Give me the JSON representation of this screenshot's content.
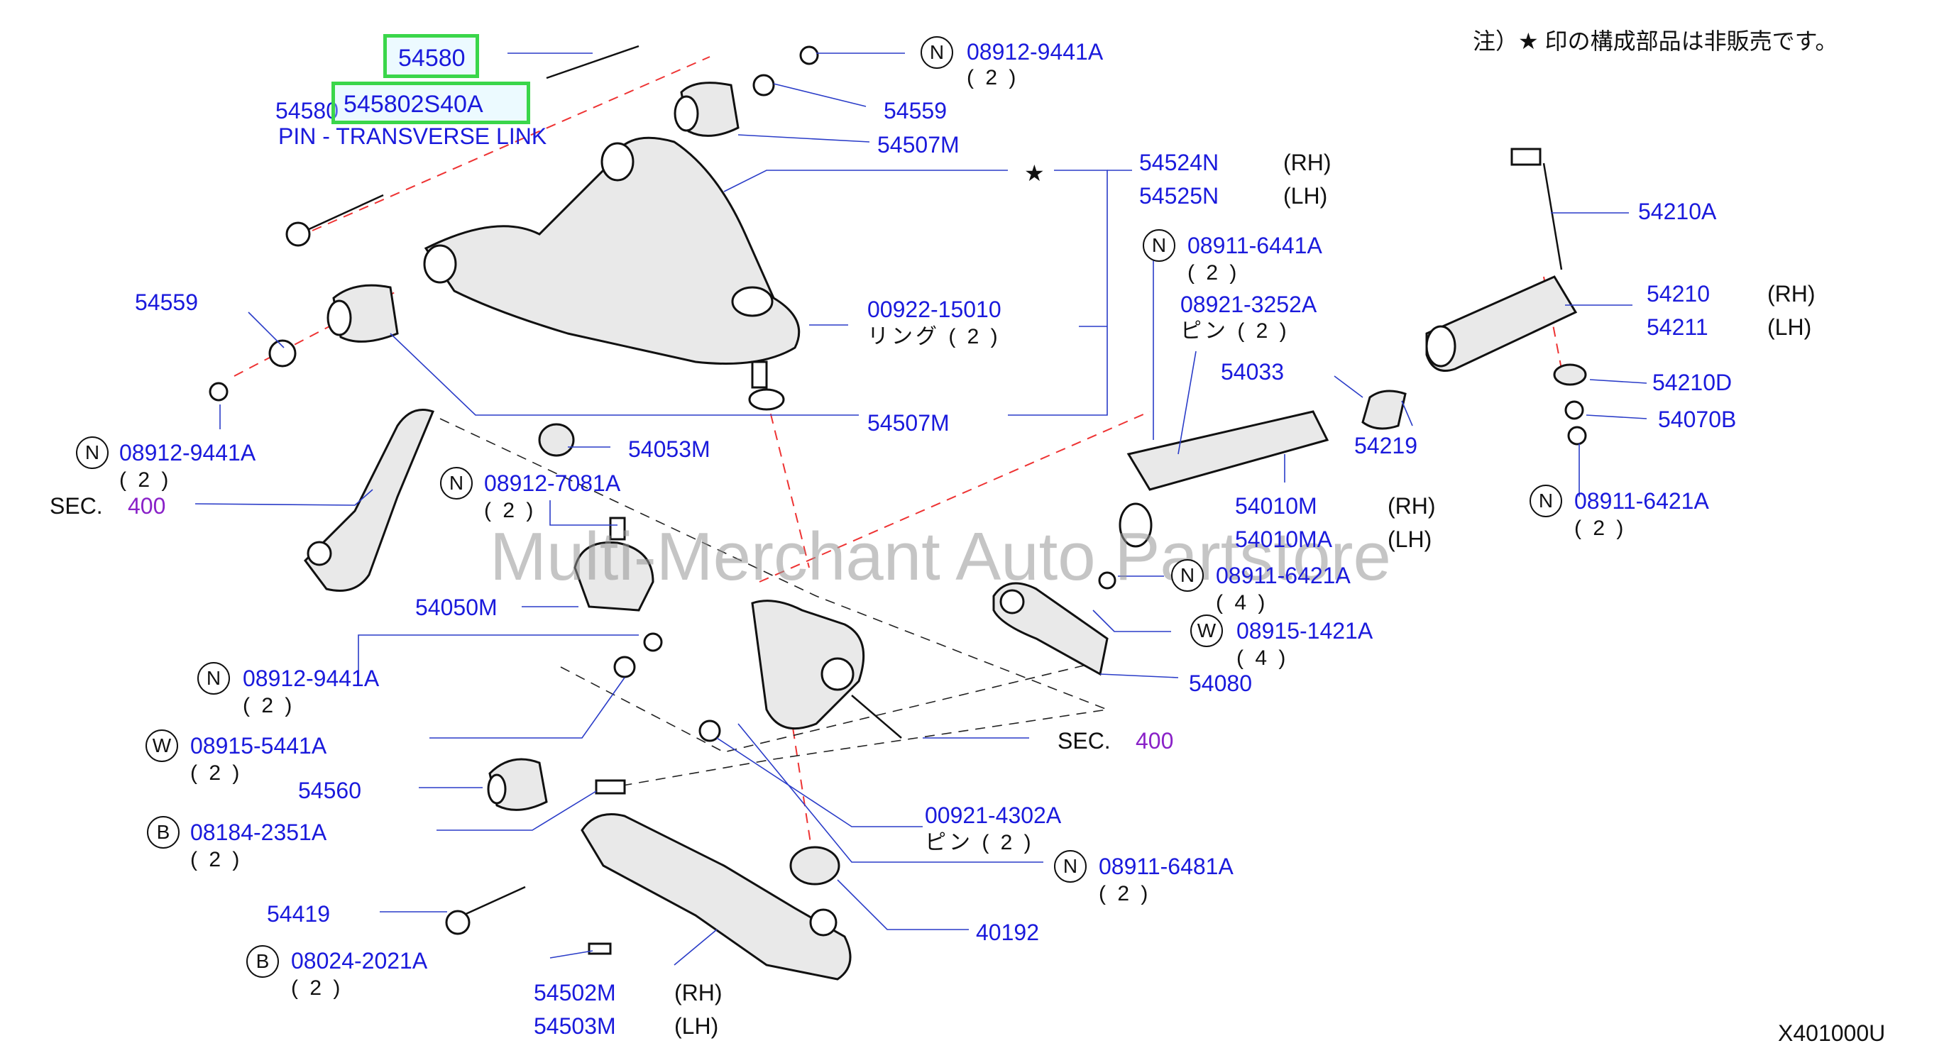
{
  "note": "注）★ 印の構成部品は非販売です。",
  "diagram_code": "X401000U",
  "watermark": "Multi-Merchant Auto Partstore",
  "highlight": {
    "part": "54580",
    "alt": "545802S40A"
  },
  "tooltip": {
    "part": "54580",
    "name": "PIN - TRANSVERSE LINK"
  },
  "star": "★",
  "labels": {
    "p08912_9441A_top": "08912-9441A",
    "q2_a": "( 2 )",
    "p54559_top": "54559",
    "p54507M_top": "54507M",
    "p54524N": "54524N",
    "rh_a": "(RH)",
    "p54525N": "54525N",
    "lh_a": "(LH)",
    "p08911_6441A": "08911-6441A",
    "q2_b": "( 2 )",
    "p08921_3252A": "08921-3252A",
    "pin2_a": "ピン ( 2 )",
    "p54033": "54033",
    "p54210A": "54210A",
    "p54210": "54210",
    "rh_b": "(RH)",
    "p54211": "54211",
    "lh_b": "(LH)",
    "p54210D": "54210D",
    "p54070B": "54070B",
    "p08911_6421A_r": "08911-6421A",
    "q2_c": "( 2 )",
    "p54219": "54219",
    "p54010M": "54010M",
    "rh_c": "(RH)",
    "p54010MA": "54010MA",
    "lh_c": "(LH)",
    "p54559_left": "54559",
    "p00922_15010": "00922-15010",
    "ring2": "リング ( 2 )",
    "p54507M_mid": "54507M",
    "p08912_9441A_left": "08912-9441A",
    "q2_d": "( 2 )",
    "sec_left": "SEC.",
    "sec_left_num": "400",
    "p54053M": "54053M",
    "p08912_7081A": "08912-7081A",
    "q2_e": "( 2 )",
    "p54050M": "54050M",
    "p08911_6421A_c": "08911-6421A",
    "q4_a": "( 4 )",
    "p08915_1421A": "08915-1421A",
    "q4_b": "( 4 )",
    "p54080": "54080",
    "p08912_9441A_low": "08912-9441A",
    "q2_f": "( 2 )",
    "p08915_5441A": "08915-5441A",
    "q2_g": "( 2 )",
    "sec_right": "SEC.",
    "sec_right_num": "400",
    "p54560": "54560",
    "p08184_2351A": "08184-2351A",
    "q2_h": "( 2 )",
    "p00921_4302A": "00921-4302A",
    "pin2_b": "ピン ( 2 )",
    "p08911_6481A": "08911-6481A",
    "q2_i": "( 2 )",
    "p54419": "54419",
    "p40192": "40192",
    "p08024_2021A": "08024-2021A",
    "q2_j": "( 2 )",
    "p54502M": "54502M",
    "rh_d": "(RH)",
    "p54503M": "54503M",
    "lh_d": "(LH)"
  },
  "badges": {
    "n": "N",
    "w": "W",
    "b": "B"
  }
}
